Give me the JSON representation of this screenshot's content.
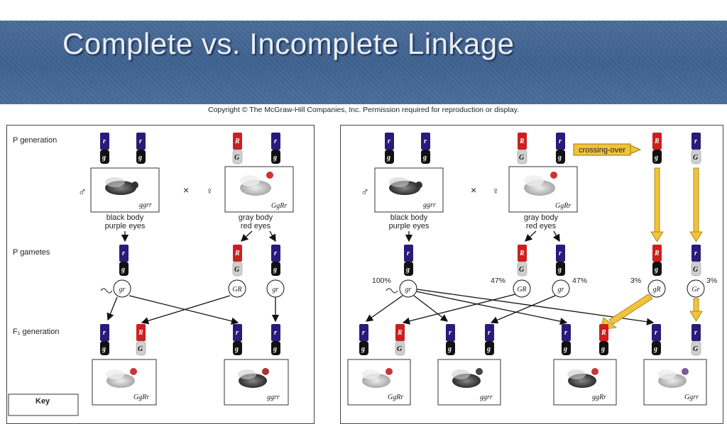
{
  "title": "Complete vs. Incomplete Linkage",
  "copyright": "Copyright © The McGraw-Hill Companies, Inc. Permission required for reproduction or display.",
  "labels": {
    "p_generation": "P generation",
    "p_gametes": "P gametes",
    "f1_generation": "F₁ generation",
    "key": "Key"
  },
  "phenotypes": {
    "black_body": "black body",
    "purple_eyes": "purple eyes",
    "gray_body": "gray body",
    "red_eyes": "red eyes"
  },
  "genotypes": {
    "ggrr": "ggrr",
    "GgRr": "GgRr",
    "ggRr": "ggRr",
    "Ggrr": "Ggrr"
  },
  "gametes": {
    "gr": "gr",
    "GR": "GR",
    "gR": "gR",
    "Gr": "Gr"
  },
  "symbols": {
    "male": "♂",
    "female": "♀",
    "cross": "×"
  },
  "percentages": {
    "p100": "100%",
    "p47a": "47%",
    "p47b": "47%",
    "p3a": "3%",
    "p3b": "3%"
  },
  "crossing_over": "crossing-over",
  "colors": {
    "purple": "#2a1a7a",
    "red": "#cc1f1f",
    "black": "#111111",
    "gray": "#cfcfcf",
    "yellow_arrow": "#f2c33a",
    "title_bg": "#4a6d99"
  }
}
